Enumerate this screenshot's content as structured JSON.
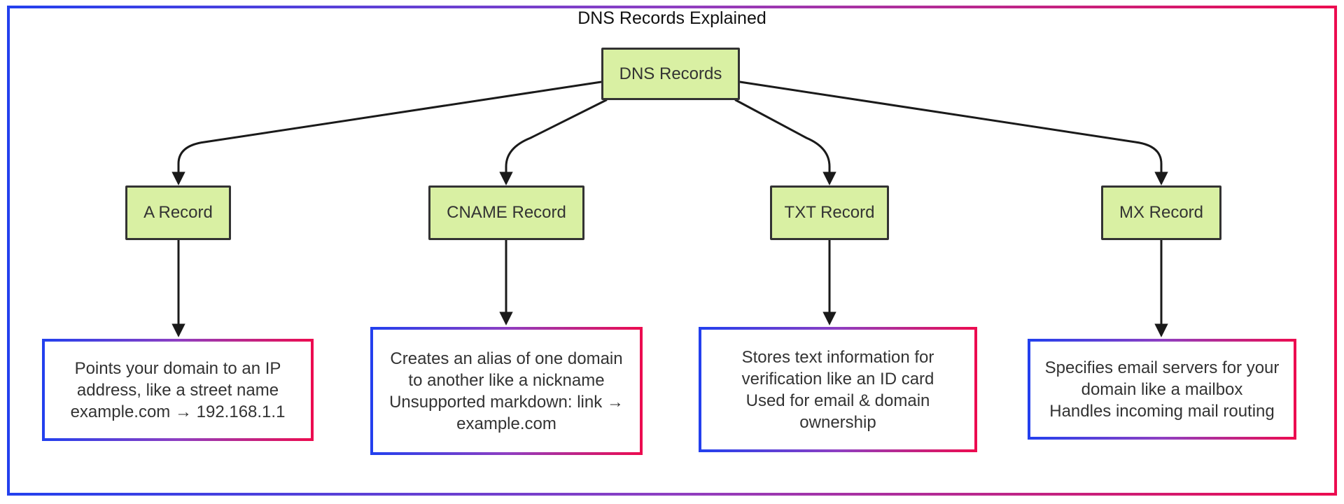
{
  "title": "DNS Records Explained",
  "root": {
    "label": "DNS Records"
  },
  "records": [
    {
      "key": "a",
      "label": "A Record",
      "description_lines": [
        "Points your domain to an IP",
        "address, like a street name",
        "example.com → 192.168.1.1"
      ]
    },
    {
      "key": "cname",
      "label": "CNAME Record",
      "description_lines": [
        "Creates an alias of one domain",
        "to another like a nickname",
        "Unsupported markdown: link →",
        "example.com"
      ]
    },
    {
      "key": "txt",
      "label": "TXT Record",
      "description_lines": [
        "Stores text information for",
        "verification like an ID card",
        "Used for email & domain",
        "ownership"
      ]
    },
    {
      "key": "mx",
      "label": "MX Record",
      "description_lines": [
        "Specifies email servers for your",
        "domain like a mailbox",
        "Handles incoming mail routing"
      ]
    }
  ],
  "colors": {
    "background": "#ffffff",
    "node_fill": "#d9f0a3",
    "node_border": "#333333",
    "edge": "#1a1a1a",
    "text": "#333333",
    "gradient_start": "#2340ee",
    "gradient_mid": "#8e3fc2",
    "gradient_end": "#ec0c50"
  }
}
